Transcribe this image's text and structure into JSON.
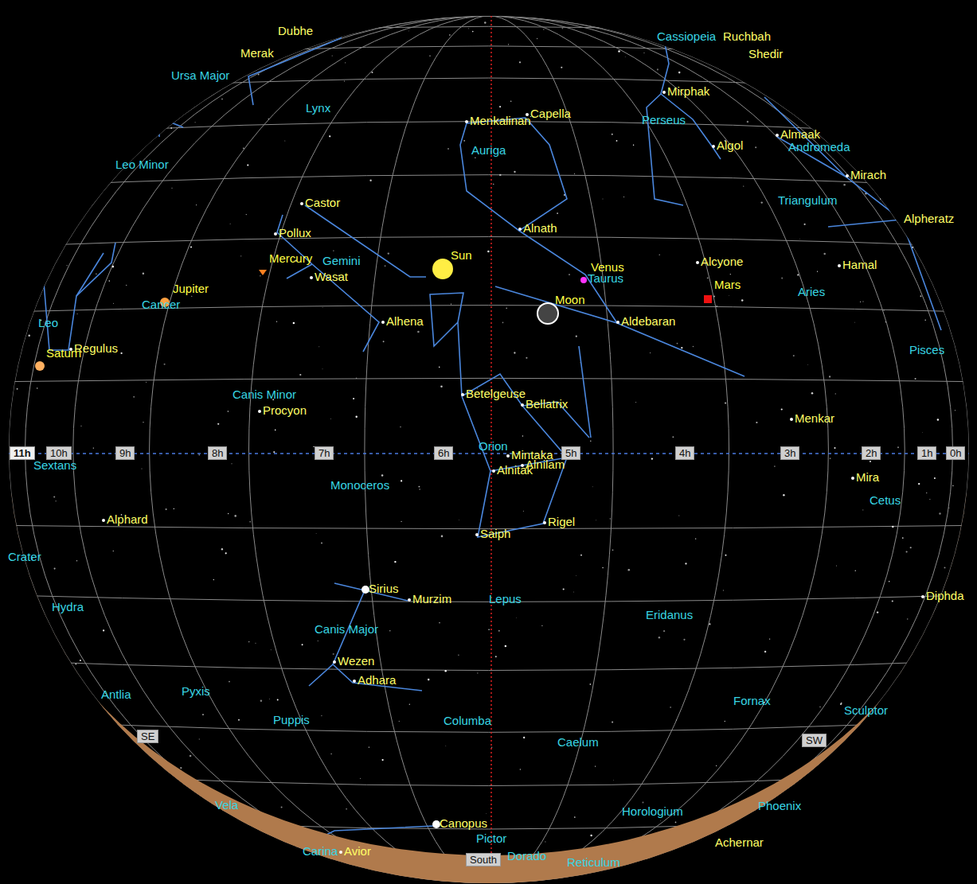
{
  "diagram": {
    "nodes": [
      {
        "text": [
          "11h"
        ]
      },
      {
        "text": [
          "10h"
        ]
      },
      {
        "text": [
          "9h"
        ]
      },
      {
        "text": [
          "8h"
        ]
      },
      {
        "text": [
          "7h"
        ]
      },
      {
        "text": [
          "6h"
        ]
      },
      {
        "text": [
          "5h"
        ]
      },
      {
        "text": [
          "4h"
        ]
      },
      {
        "text": [
          "3h"
        ]
      },
      {
        "text": [
          "2h"
        ]
      },
      {
        "text": [
          "1h"
        ]
      },
      {
        "text": [
          "0h"
        ]
      },
      {
        "text": [
          "SE"
        ]
      },
      {
        "text": [
          "SW"
        ]
      },
      {
        "text": [
          "South"
        ]
      }
    ],
    "labels": [
      "Dubhe",
      "Cassiopeia",
      "Ruchbah",
      "Shedir",
      "Merak",
      "Ursa Major",
      "Mirphak",
      "Menkalinan",
      "Capella",
      "Lynx",
      "Perseus",
      "Auriga",
      "Algol",
      "Almaak",
      "Andromeda",
      "Leo Minor",
      "Mirach",
      "Castor",
      "Triangulum",
      "Alpheratz",
      "Alnath",
      "Pollux",
      "Sun",
      "Mercury",
      "Gemini",
      "Venus",
      "Taurus",
      "Wasat",
      "Alcyone",
      "Hamal",
      "Mars",
      "Jupiter",
      "Aries",
      "Moon",
      "Cancer",
      "Alhena",
      "Aldebaran",
      "Leo",
      "Regulus",
      "Saturn",
      "Pisces",
      "Betelgeuse",
      "Bellatrix",
      "Canis Minor",
      "Procyon",
      "Menkar",
      "Orion",
      "Mintaka",
      "Alnilam",
      "Alnitak",
      "Sextans",
      "Monoceros",
      "Mira",
      "Cetus",
      "Alphard",
      "Rigel",
      "Saiph",
      "Crater",
      "Sirius",
      "Murzim",
      "Lepus",
      "Diphda",
      "Hydra",
      "Eridanus",
      "Canis Major",
      "Wezen",
      "Adhara",
      "Antlia",
      "Pyxis",
      "Fornax",
      "Sculptor",
      "Puppis",
      "Columba",
      "Caelum",
      "Vela",
      "Phoenix",
      "Horologium",
      "Canopus",
      "Achernar",
      "Pictor",
      "Carina",
      "Avior",
      "Dorado",
      "Reticulum"
    ]
  }
}
